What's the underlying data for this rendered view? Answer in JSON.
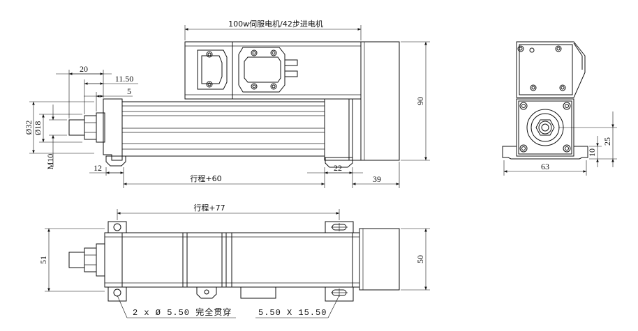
{
  "dims": {
    "motor_label": "100w伺服电机/42步进电机",
    "d20": "20",
    "d11_50": "11.50",
    "d5": "5",
    "phi32": "Ø32",
    "phi18": "Ø18",
    "m10": "M10",
    "d12": "12",
    "stroke60": "行程+60",
    "d22": "22",
    "d39": "39",
    "d90": "90",
    "d25": "25",
    "d10": "10",
    "d63": "63",
    "stroke77": "行程+77",
    "d51": "51",
    "d50": "50",
    "holes_note": "2 x Ø 5.50 完全贯穿",
    "slot_note": "5.50 X 15.50"
  }
}
